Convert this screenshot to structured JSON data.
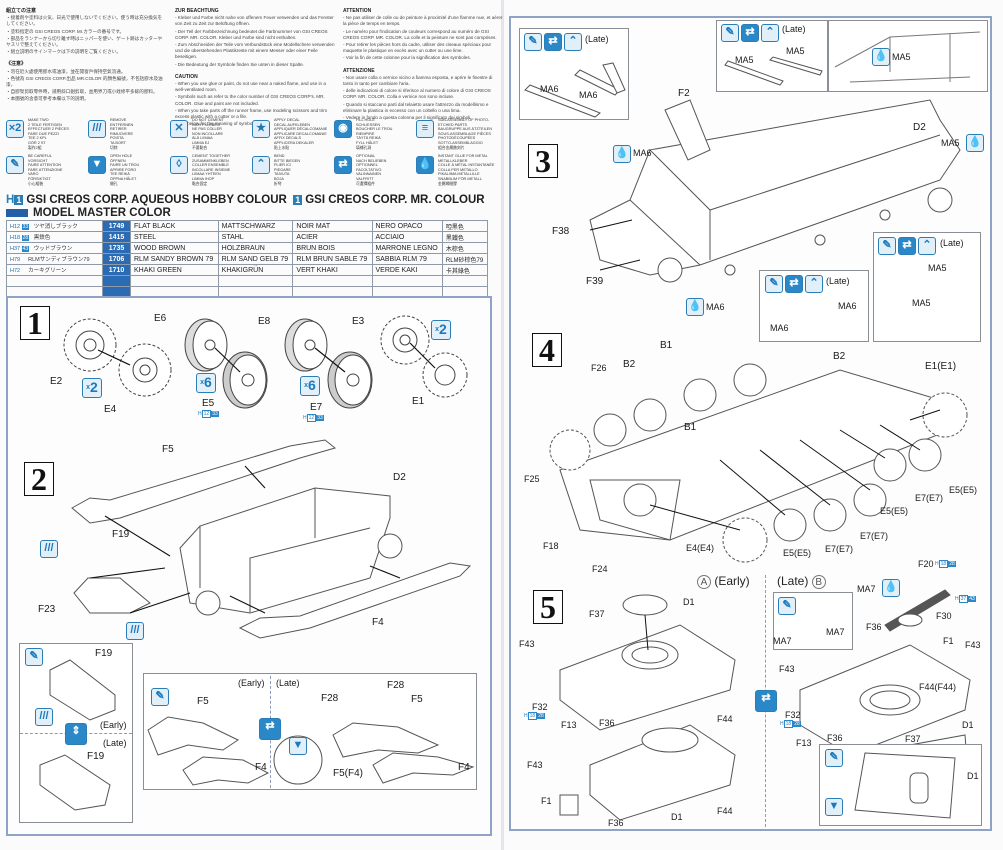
{
  "notes": {
    "japanese": {
      "title": "組立ての注意",
      "lines": [
        "・接着剤や塗料は火気、日光で使用しないでください。使う時は充分換気をしてください。",
        "・塗料指定の GSI CREOS CORP. Mr.カラーの番号です。",
        "・部品をランナーから切り離す時はニッパーを使い、ゲート跡はカッターやヤスリで整えてください。",
        "・組立説明のサインマークは下の説明をご覧ください。"
      ],
      "chinese_title": "《注意》",
      "chinese_lines": [
        "・勿在近火處使用膠水或油漆，並在開窗戶保持空氣流通。",
        "・色號為 GSI CREOS CORP.出品 MR.COLOR 的顏色編號，不包括膠水及油漆。",
        "・自膠架剪取零件時，請用斜口鉗剪取，並用界刀或小銼修平多餘的膠料。",
        "・本圖號的含意可參考本欄以下的說明。"
      ]
    },
    "german": {
      "title": "ZUR BEACHTUNG",
      "lines": [
        "- Kleber und Farbe nicht nahe von offenem Feuer verwenden und das Fenster von Zeit zu Zeit zur Belüftung öffnen.",
        "- Der Teil der Farbbezeichnung bedeutet die Farbnummer von GSI CREOS CORP. MR. COLOR. Kleber und Farbe sind nicht enthalten.",
        "- Zum Abschneiden der Teile vom Verbundstück eine Modellschere verwenden und die überstehenden Plastikreste mit einem Messer oder einer Feile beseitigen.",
        "- Die Bedeutung der Symbole finden Sie unten in dieser Spalte."
      ]
    },
    "english": {
      "title": "CAUTION",
      "lines": [
        "- When you use glue or paint, do not use near a naked flame, and use in a well-ventilated room.",
        "- Symbols such as refer to the color number of GSI CREOS CORP's. MR. COLOR. Glue and paint are not included.",
        "- When you take parts off the runner frame, use modeling scissors and trim excess plastic with a cutter or a file.",
        "- See below for the meaning of symbols."
      ]
    },
    "french": {
      "title": "ATTENTION",
      "lines": [
        "- Ne pas utiliser de colle ou de peinture à proximité d'une flamme nue, et aérer la pièce de temps en temps.",
        "- Le numéro pour l'indication de couleurs correspond au numéro de GSI CREOS CORP. MR. COLOR. La colle et la peinture ne sont pas comprises.",
        "- Pour retirer les pièces hors du cadre, utiliser des ciseaux spéciaux pour maquette le plastique en excès avec un cutter ou une lime.",
        "- Voir la fin de cette colonne pour la signification des symboles."
      ]
    },
    "italian": {
      "title": "ATTENZIONE",
      "lines": [
        "- Non usare colla o vernice vicino a fiamma esposta, e aprire le finestre di tanto in tanto per cambiare l'aria.",
        "- delle indicazioni di colore si riferisce al numero di colore di GSI CREOS CORP. MR. COLOR. Colla e vernice non sono incluse.",
        "- Quando si staccano parti dal telaietto usare l'attrezzo da modellismo e eliminare la plastica in eccesso con un coltello o una lima.",
        "- Vedere in fondo a questa colonna per il significato dei simboli."
      ]
    }
  },
  "symbols": [
    {
      "icon": "x2-multiply-icon",
      "glyph": "×2",
      "text": [
        "MAKE TWO",
        "2 TEILE FERTIGEN",
        "EFFECTUER 2 PIÈCES",
        "FARE DUE PEZZI",
        "TEE 2 KPL",
        "GÖR 2 ST",
        "製作2組"
      ]
    },
    {
      "icon": "decal-remove-icon",
      "glyph": "///",
      "text": [
        "REMOVE",
        "ENTFERNEN",
        "RETIRER",
        "RIMUOVERE",
        "POISTA",
        "TA BORT",
        "切除"
      ]
    },
    {
      "icon": "do-not-cement-icon",
      "glyph": "✕",
      "text": [
        "DO NOT CEMENT",
        "NICHT KLEBEN",
        "NE PAS COLLER",
        "NON INCOLLARE",
        "ÄLÄ LIIMAA",
        "LIMMA EJ",
        "不要黏合"
      ]
    },
    {
      "icon": "apply-decal-icon",
      "glyph": "★",
      "text": [
        "APPLY DECAL",
        "DECAL AUFKLEBEN",
        "APPLIQUER DÉCALCOMANIE",
        "APPLICARE DECALCOMANIE",
        "AFFIX DECALS",
        "APPLICERA DEKALER",
        "貼上水貼"
      ]
    },
    {
      "icon": "fill-hole-icon",
      "glyph": "◉",
      "text": [
        "FILL HOLE",
        "SCHLIESSEN",
        "BOUCHER LE TROU",
        "RIEMPIRE",
        "TÄYTÄ REIKÄ",
        "FYLL HÅLET",
        "填補孔洞"
      ]
    },
    {
      "icon": "photo-etch-icon",
      "glyph": "≡",
      "text": [
        "SUB-ASSEMBLY OF PHOTO-ETCHED PARTS",
        "BAUGRUPPE AUS ÄTZTEILEN",
        "SOUS-ASSEMBLAGE PIÈCES PHOTODÉCOUPÉES",
        "SOTTO-ASSEMBLAGGIO",
        "組合金屬蝕刻片"
      ]
    },
    {
      "icon": "be-careful-icon",
      "glyph": "✎",
      "text": [
        "BE CAREFUL",
        "VORSICHT",
        "FAIRE ATTENTION",
        "FARE ATTENZIONE",
        "VARO",
        "FÖRSIKTIGT",
        "小心組裝"
      ]
    },
    {
      "icon": "open-hole-icon",
      "glyph": "▼",
      "text": [
        "OPEN HOLE",
        "ÖFFNEN",
        "FAIRE UN TROU",
        "APRIRE FORO",
        "TEE REIKÄ",
        "ÖPPNA HÅLET",
        "開孔"
      ]
    },
    {
      "icon": "cement-together-icon",
      "glyph": "◊",
      "text": [
        "CEMENT TOGETHER",
        "ZUSAMMENKLEBEN",
        "COLLER ENSEMBLE",
        "INCOLLARE INSIEME",
        "LIIMAA YHTEEN",
        "LIMMA IHOP",
        "黏合固定"
      ]
    },
    {
      "icon": "bend-icon",
      "glyph": "⌃",
      "text": [
        "BEND",
        "BITTE BIEGEN",
        "PLIER ICI",
        "PIEGARE",
        "TAIVUTA",
        "BÖJA",
        "折彎"
      ]
    },
    {
      "icon": "optional-icon",
      "glyph": "⇄",
      "text": [
        "OPTIONAL",
        "NACH BELIEBEN",
        "OPTIONNEL",
        "FACOLTATIVO",
        "VALINNAINEN",
        "VALFRITT",
        "可選擇組件"
      ]
    },
    {
      "icon": "instant-glue-icon",
      "glyph": "💧",
      "text": [
        "INSTANT GLUE FOR METAL",
        "METALLKLEBER",
        "COLLE À MÉTAL INSTANTANÉE",
        "COLLA PER METALLO",
        "PIKALIIMA METALLILLE",
        "SNABBLIM FÖR METALL",
        "金屬瞬間膠"
      ]
    }
  ],
  "paint": {
    "header_line1_prefix": "H",
    "header_line1": "GSI CREOS CORP. AQUEOUS HOBBY COLOUR",
    "header_line1b": "GSI CREOS CORP. MR. COLOUR",
    "header_line2": "MODEL MASTER COLOR",
    "rows": [
      {
        "h": "H12",
        "m": "33",
        "jp": "ツヤ消しブラック",
        "mm": "1749",
        "en": "FLAT BLACK",
        "de": "MATTSCHWARZ",
        "fr": "NOIR MAT",
        "it": "NERO OPACO",
        "cn": "啞黑色"
      },
      {
        "h": "H18",
        "m": "28",
        "jp": "黒鉄色",
        "mm": "1415",
        "en": "STEEL",
        "de": "STAHL",
        "fr": "ACIER",
        "it": "ACCIAIO",
        "cn": "黑鐵色"
      },
      {
        "h": "H37",
        "m": "43",
        "jp": "ウッドブラウン",
        "mm": "1735",
        "en": "WOOD BROWN",
        "de": "HOLZBRAUN",
        "fr": "BRUN BOIS",
        "it": "MARRONE LEGNO",
        "cn": "木棕色"
      },
      {
        "h": "H79",
        "m": "",
        "jp": "RLMサンディブラウン79",
        "mm": "1706",
        "en": "RLM SANDY BROWN 79",
        "de": "RLM SAND GELB 79",
        "fr": "RLM BRUN SABLE 79",
        "it": "SABBIA RLM 79",
        "cn": "RLM砂棕色79"
      },
      {
        "h": "H72",
        "m": "",
        "jp": "カーキグリーン",
        "mm": "1710",
        "en": "KHAKI GREEN",
        "de": "KHAKIGRÜN",
        "fr": "VERT KHAKI",
        "it": "VERDE KAKI",
        "cn": "卡其綠色"
      },
      {
        "h": "",
        "m": "",
        "jp": "",
        "mm": "",
        "en": "",
        "de": "",
        "fr": "",
        "it": "",
        "cn": ""
      },
      {
        "h": "",
        "m": "",
        "jp": "",
        "mm": "",
        "en": "",
        "de": "",
        "fr": "",
        "it": "",
        "cn": ""
      }
    ]
  },
  "steps": {
    "s1": {
      "number": "1",
      "labels": {
        "E2": "E2",
        "E4": "E4",
        "E6": "E6",
        "E5": "E5",
        "E8": "E8",
        "E7": "E7",
        "E3": "E3",
        "E1": "E1"
      },
      "multipliers": [
        "2",
        "6",
        "6",
        "2"
      ],
      "paint_refs": [
        {
          "h": "12",
          "m": "33"
        },
        {
          "h": "12",
          "m": "33"
        }
      ]
    },
    "s2": {
      "number": "2",
      "labels": {
        "F5": "F5",
        "D2": "D2",
        "F19": "F19",
        "F23": "F23",
        "F4": "F4"
      },
      "inset_left": {
        "F19_top": "F19",
        "early": "(Early)",
        "late": "(Late)",
        "F19_bottom": "F19"
      },
      "inset_right": {
        "early": "(Early)",
        "late": "(Late)",
        "F5a": "F5",
        "F4a": "F4",
        "F28a": "F28",
        "F28b": "F28",
        "F5b": "F5",
        "F4b": "F4",
        "F5F4": "F5(F4)"
      }
    },
    "s3": {
      "number": "3",
      "labels": {
        "F2": "F2",
        "MA6": "MA6",
        "D2": "D2",
        "MA5": "MA5",
        "F38": "F38",
        "F39": "F39",
        "MA6b": "MA6"
      },
      "inset_tl": {
        "late": "(Late)",
        "MA6a": "MA6",
        "MA6b": "MA6"
      },
      "inset_tc": {
        "late": "(Late)",
        "MA5a": "MA5",
        "MA5b": "MA5"
      },
      "inset_tr": {
        "MA5": "MA5"
      },
      "inset_bc": {
        "late": "(Late)",
        "MA6a": "MA6",
        "MA6b": "MA6"
      },
      "inset_br": {
        "late": "(Late)",
        "MA5a": "MA5",
        "MA5b": "MA5"
      }
    },
    "s4": {
      "number": "4",
      "labels": {
        "F26": "F26",
        "B2a": "B2",
        "B1a": "B1",
        "B2b": "B2",
        "E1": "E1(E1)",
        "B1b": "B1",
        "F25": "F25",
        "F18": "F18",
        "F24": "F24",
        "E4": "E4(E4)",
        "E5a": "E5(E5)",
        "E7a": "E7(E7)",
        "E7b": "E7(E7)",
        "E5b": "E5(E5)",
        "E7c": "E7(E7)",
        "E5c": "E5(E5)"
      }
    },
    "s5": {
      "number": "5",
      "variant_a": "A",
      "early": "(Early)",
      "late": "(Late)",
      "variant_b": "B",
      "labels_a": {
        "F37": "F37",
        "D1": "D1",
        "F43": "F43",
        "F32": "F32",
        "F13": "F13",
        "F36": "F36",
        "F44": "F44",
        "F43b": "F43",
        "F1": "F1",
        "F36b": "F36",
        "D1b": "D1",
        "F44b": "F44"
      },
      "labels_b": {
        "F20": "F20",
        "MA7a": "MA7",
        "MA7b": "MA7",
        "MA7c": "MA7",
        "F36": "F36",
        "F30": "F30",
        "F1": "F1",
        "F43a": "F43",
        "F43b": "F43",
        "F44": "F44(F44)",
        "F32": "F32",
        "F13": "F13",
        "F36b": "F36",
        "F37": "F37",
        "D1": "D1",
        "D1b": "D1"
      },
      "paint_refs": {
        "F20": {
          "h": "18",
          "m": "28"
        },
        "MG_stock": {
          "h": "37",
          "m": "43"
        },
        "F32a": {
          "h": "18",
          "m": "28"
        },
        "F32b": {
          "h": "18",
          "m": "28"
        }
      }
    }
  }
}
